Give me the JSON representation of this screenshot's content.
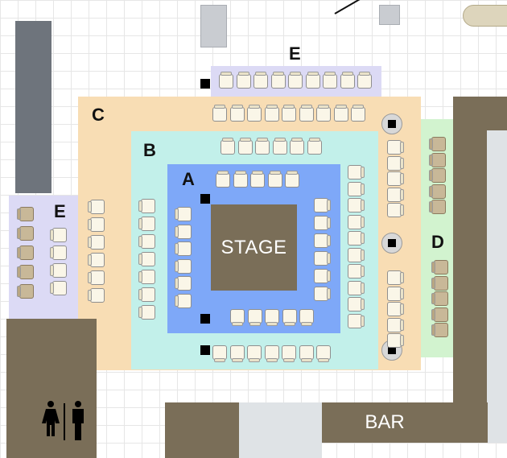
{
  "floor_plan": {
    "stage_label": "STAGE",
    "bar_label": "BAR",
    "restroom_icon": "restroom-icon",
    "sections": {
      "A": {
        "label": "A",
        "color": "#7ea8f8"
      },
      "B": {
        "label": "B",
        "color": "#c2f0ea"
      },
      "C": {
        "label": "C",
        "color": "#f8ddb4"
      },
      "D": {
        "label": "D",
        "color": "#d2f3cf"
      },
      "E_top": {
        "label": "E",
        "color": "#dcdaf5"
      },
      "E_left": {
        "label": "E",
        "color": "#dcdaf5"
      }
    },
    "colors": {
      "wall": "#7a6e58",
      "column": "#6e747c",
      "stage": "#7a6e58",
      "seat": "#faf6e8",
      "seat_tan": "#c8b898"
    }
  }
}
